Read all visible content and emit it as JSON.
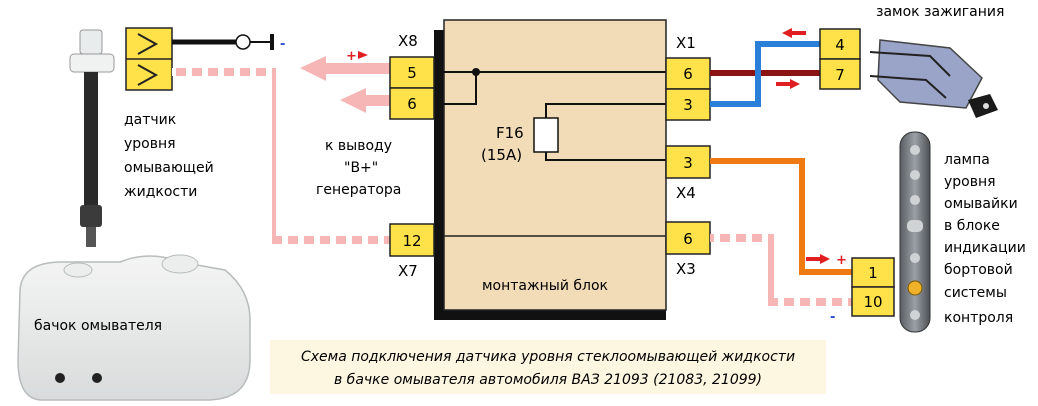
{
  "colors": {
    "block_fill": "#f2dcb8",
    "pin_fill": "#ffe24a",
    "pink_wire": "#f6b6b6",
    "blue_wire": "#2a7fd8",
    "dark_red_wire": "#8a1414",
    "orange_wire": "#f07a12",
    "arrow_red": "#e02020",
    "caption_bg": "#fdf6e0"
  },
  "block": {
    "label": "монтажный блок",
    "fuse_label": "F16",
    "fuse_rating": "(15A)"
  },
  "connectors": {
    "x8": {
      "name": "X8",
      "pins": [
        "5",
        "6"
      ]
    },
    "x7": {
      "name": "X7",
      "pins": [
        "12"
      ]
    },
    "x1": {
      "name": "X1",
      "pins": [
        "6",
        "3"
      ]
    },
    "x4": {
      "name": "X4",
      "pins": [
        "3"
      ]
    },
    "x3": {
      "name": "X3",
      "pins": [
        "6"
      ]
    },
    "ignition": {
      "pins": [
        "4",
        "7"
      ]
    },
    "lamp": {
      "pins": [
        "1",
        "10"
      ]
    }
  },
  "labels": {
    "sensor": [
      "датчик",
      "уровня",
      "омывающей",
      "жидкости"
    ],
    "generator": [
      "к выводу",
      "\"В+\"",
      "генератора"
    ],
    "ignition": "замок зажигания",
    "lamp": [
      "лампа",
      "уровня",
      "омывайки",
      "в блоке",
      "индикации",
      "бортовой",
      "системы",
      "контроля"
    ],
    "tank": "бачок омывателя",
    "plus": "+",
    "minus": "-"
  },
  "caption": [
    "Схема подключения датчика уровня стеклоомывающей жидкости",
    "в бачке омывателя автомобиля ВАЗ 21093 (21083, 21099)"
  ]
}
